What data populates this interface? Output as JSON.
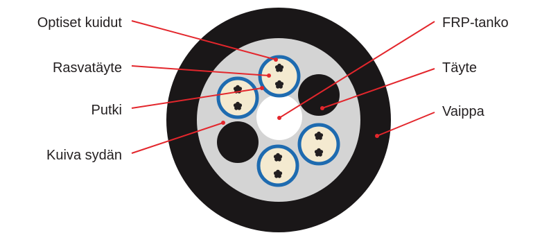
{
  "labels": {
    "optical_fibers": "Optiset kuidut",
    "grease_filling": "Rasvatäyte",
    "tube": "Putki",
    "dry_core": "Kuiva sydän",
    "frp_rod": "FRP-tanko",
    "filler": "Täyte",
    "sheath": "Vaippa"
  },
  "colors": {
    "sheath": "#1a1718",
    "core": "#d4d4d4",
    "frp_rod": "#ffffff",
    "filler": "#1a1718",
    "tube_ring": "#1e6bb0",
    "tube_fill": "#f4ead0",
    "fiber": "#231f20",
    "leader": "#e3262c",
    "text": "#231f20"
  }
}
